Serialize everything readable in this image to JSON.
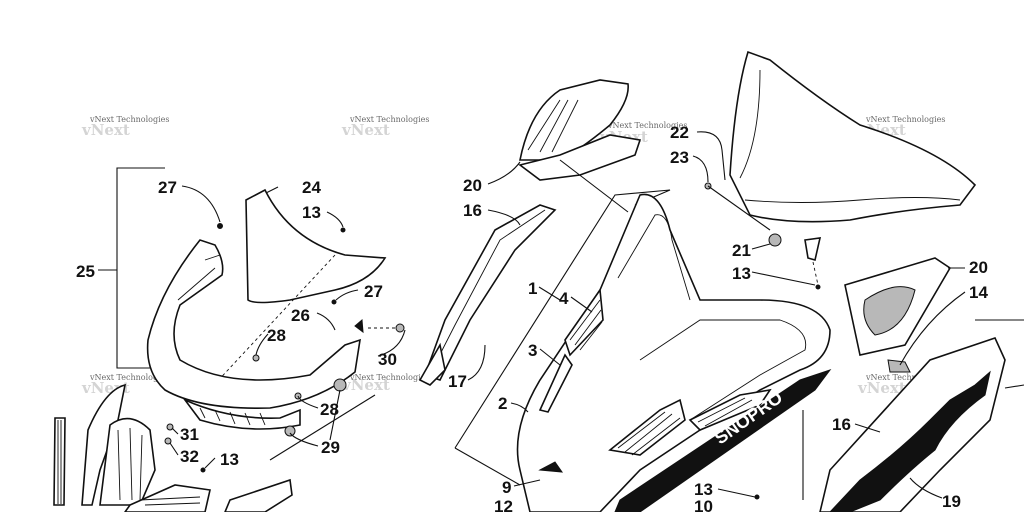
{
  "watermark_text": "vNext Technologies",
  "decal_text": "SNOPRO",
  "labels": {
    "l27a": "27",
    "l24": "24",
    "l13a": "13",
    "l25": "25",
    "l27b": "27",
    "l26": "26",
    "l28a": "28",
    "l30": "30",
    "l28b": "28",
    "l29": "29",
    "l31": "31",
    "l32": "32",
    "l13b": "13",
    "l20a": "20",
    "l16a": "16",
    "l1": "1",
    "l4": "4",
    "l3": "3",
    "l17": "17",
    "l2": "2",
    "l9": "9",
    "l12": "12",
    "l22": "22",
    "l23": "23",
    "l21": "21",
    "l13c": "13",
    "l20b": "20",
    "l14": "14",
    "l16b": "16",
    "l13d": "13",
    "l10": "10",
    "l19": "19"
  }
}
